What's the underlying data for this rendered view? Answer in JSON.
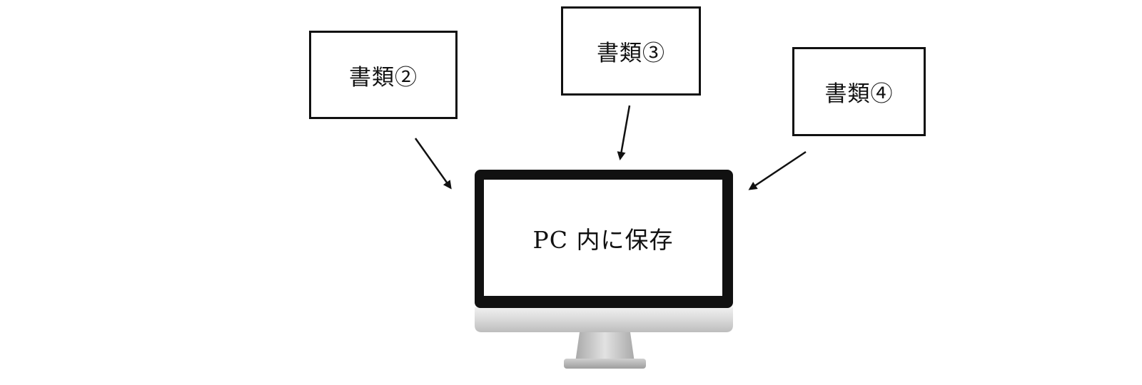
{
  "documents": [
    {
      "label": "書類②"
    },
    {
      "label": "書類③"
    },
    {
      "label": "書類④"
    }
  ],
  "computer": {
    "screen_label": "PC 内に保存"
  },
  "colors": {
    "line": "#111111",
    "bezel": "#111111",
    "screen": "#ffffff",
    "chin_light": "#e6e6e6",
    "chin_dark": "#b8b8b8",
    "stand": "#c8c8c8"
  },
  "icons": {
    "computer": "monitor-icon",
    "arrow": "arrow-icon"
  }
}
